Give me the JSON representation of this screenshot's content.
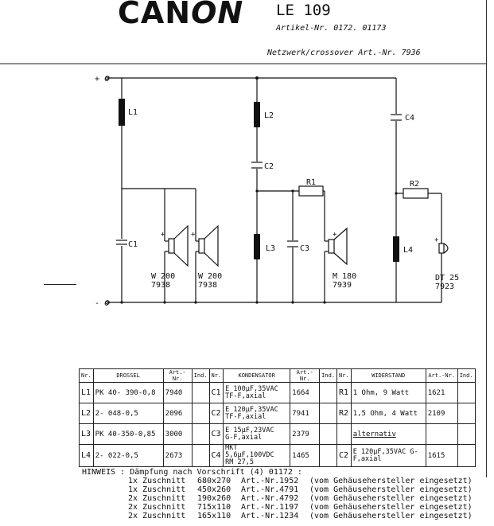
{
  "header": {
    "logo_a": "CAN",
    "logo_b": "ON",
    "model": "LE 109",
    "artikel": "Artikel-Nr. 0172. 01173",
    "netzwerk": "Netzwerk/crossover Art.-Nr. 7936"
  },
  "schematic": {
    "plus_terminal": "+ o",
    "minus_terminal": "- o",
    "components": {
      "L1": "L1",
      "C1": "C1",
      "L2": "L2",
      "C2": "C2",
      "L3": "L3",
      "C3": "C3",
      "R1": "R1",
      "C4": "C4",
      "R2": "R2",
      "L4": "L4"
    },
    "speakers": [
      {
        "name": "W 200",
        "art": "7938"
      },
      {
        "name": "W 200",
        "art": "7938"
      },
      {
        "name": "M 180",
        "art": "7939"
      },
      {
        "name": "DT 25",
        "art": "7923"
      }
    ]
  },
  "table": {
    "headers": [
      "Nr.",
      "DROSSEL",
      "Art.-Nr.",
      "Ind.",
      "Nr.",
      "KONDENSATOR",
      "Art.-Nr.",
      "Ind.",
      "Nr.",
      "WIDERSTAND",
      "Art.-Nr.",
      "Ind."
    ],
    "rows": [
      {
        "l_nr": "L1",
        "drossel": "PK 40- 390-0,8",
        "l_art": "7940",
        "l_ind": "",
        "c_nr": "C1",
        "kond1": "E 100µF,35VAC",
        "kond2": "TF-F,axial",
        "c_art": "1664",
        "c_ind": "",
        "r_nr": "R1",
        "wid": "1  Ohm, 9 Watt",
        "r_art": "1621",
        "r_ind": ""
      },
      {
        "l_nr": "L2",
        "drossel": "2- 048-0,5",
        "l_art": "2096",
        "l_ind": "",
        "c_nr": "C2",
        "kond1": "E 120µF,35VAC",
        "kond2": "TF-F,axial",
        "c_art": "7941",
        "c_ind": "",
        "r_nr": "R2",
        "wid": "1,5 Ohm, 4 Watt",
        "r_art": "2109",
        "r_ind": ""
      },
      {
        "l_nr": "L3",
        "drossel": "PK 40-350-0,85",
        "l_art": "3000",
        "l_ind": "",
        "c_nr": "C3",
        "kond1": "E 15µF,23VAC",
        "kond2": "G-F,axial",
        "c_art": "2379",
        "c_ind": "",
        "r_nr": "",
        "wid": "alternativ",
        "r_art": "",
        "r_ind": ""
      },
      {
        "l_nr": "L4",
        "drossel": "2- 022-0,5",
        "l_art": "2673",
        "l_ind": "",
        "c_nr": "C4",
        "kond1": "MKT 5,6µF,100VDC",
        "kond2": "RM 27,5",
        "c_art": "1465",
        "c_ind": "",
        "r_nr": "C2",
        "wid": "E 120µF,35VAC G-F,axial",
        "r_art": "1615",
        "r_ind": ""
      }
    ]
  },
  "hinweis": {
    "title": "HINWEIS : Dämpfung nach Vorschrift (4) 01172 :",
    "lines": [
      {
        "qty": "1x Zuschnitt",
        "size": "680x270",
        "art": "Art.-Nr.1952",
        "note": "(vom Gehäusehersteller eingesetzt)"
      },
      {
        "qty": "1x Zuschnitt",
        "size": "450x260",
        "art": "Art.-Nr.4791",
        "note": "(vom Gehäusehersteller eingesetzt)"
      },
      {
        "qty": "2x Zuschnitt",
        "size": "190x260",
        "art": "Art.-Nr.4792",
        "note": "(vom Gehäusehersteller eingesetzt)"
      },
      {
        "qty": "2x Zuschnitt",
        "size": "715x110",
        "art": "Art.-Nr.1197",
        "note": "(vom Gehäusehersteller eingesetzt)"
      },
      {
        "qty": "2x Zuschnitt",
        "size": "165x110",
        "art": "Art.-Nr.1234",
        "note": "(vom Gehäusehersteller eingesetzt)"
      }
    ]
  }
}
